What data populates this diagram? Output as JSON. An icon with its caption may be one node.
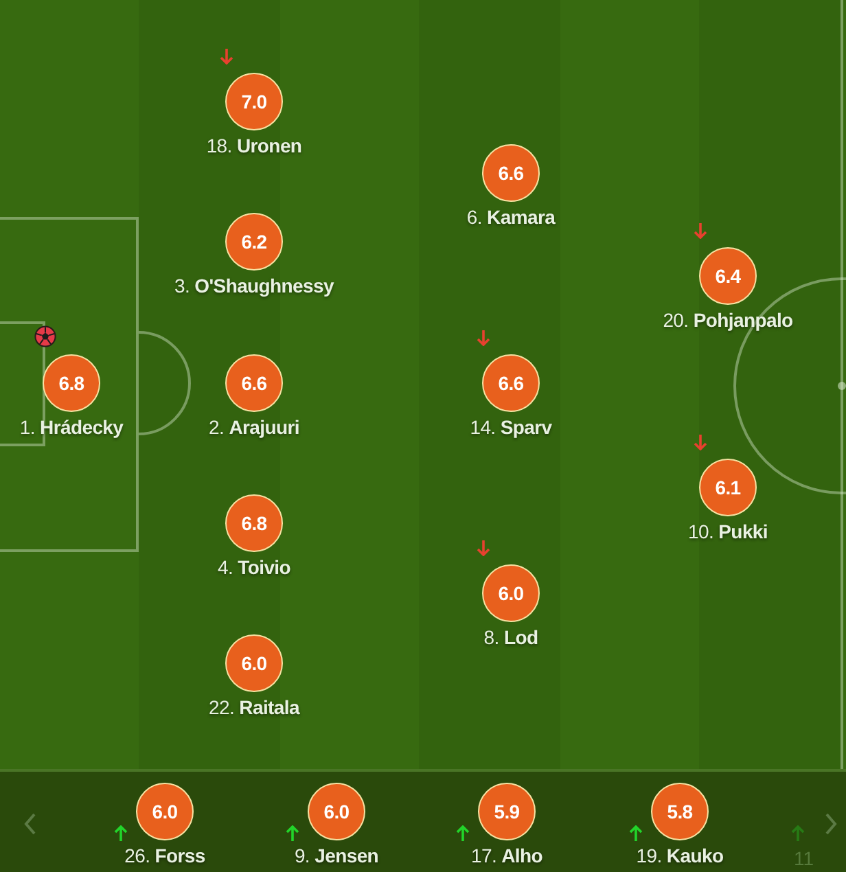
{
  "diagram": {
    "nodes": [
      {
        "text": [
          "7.0"
        ],
        "beside": [
          "18. **Uronen**"
        ]
      },
      {
        "text": [
          "6.6"
        ],
        "beside": [
          "6. **Kamara**"
        ]
      },
      {
        "text": [
          "6.2"
        ],
        "beside": [
          "3. **O'Shaughnessy**"
        ]
      },
      {
        "text": [
          "6.4"
        ],
        "beside": [
          "20. **Pohjanpalo**"
        ]
      },
      {
        "text": [
          "6.8"
        ],
        "beside": [
          "1. **Hrádecky**"
        ]
      },
      {
        "text": [
          "6.6"
        ],
        "beside": [
          "2. **Arajuuri**"
        ]
      },
      {
        "text": [
          "6.6"
        ],
        "beside": [
          "14. **Sparv**"
        ]
      },
      {
        "text": [
          "6.1"
        ],
        "beside": [
          "10. **Pukki**"
        ]
      },
      {
        "text": [
          "6.8"
        ],
        "beside": [
          "4. **Toivio**"
        ]
      },
      {
        "text": [
          "6.0"
        ],
        "beside": [
          "8. **Lod**"
        ]
      },
      {
        "text": [
          "6.0"
        ],
        "beside": [
          "22. **Raitala**"
        ]
      },
      {
        "text": [
          "6.0"
        ],
        "beside": [
          "26. **Forss**"
        ]
      },
      {
        "text": [
          "6.0"
        ],
        "beside": [
          "9. **Jensen**"
        ]
      },
      {
        "text": [
          "5.9"
        ],
        "beside": [
          "17. **Alho**"
        ]
      },
      {
        "text": [
          "5.8"
        ],
        "beside": [
          "19. **Kauko**"
        ]
      }
    ],
    "labels": [
      "11"
    ]
  }
}
